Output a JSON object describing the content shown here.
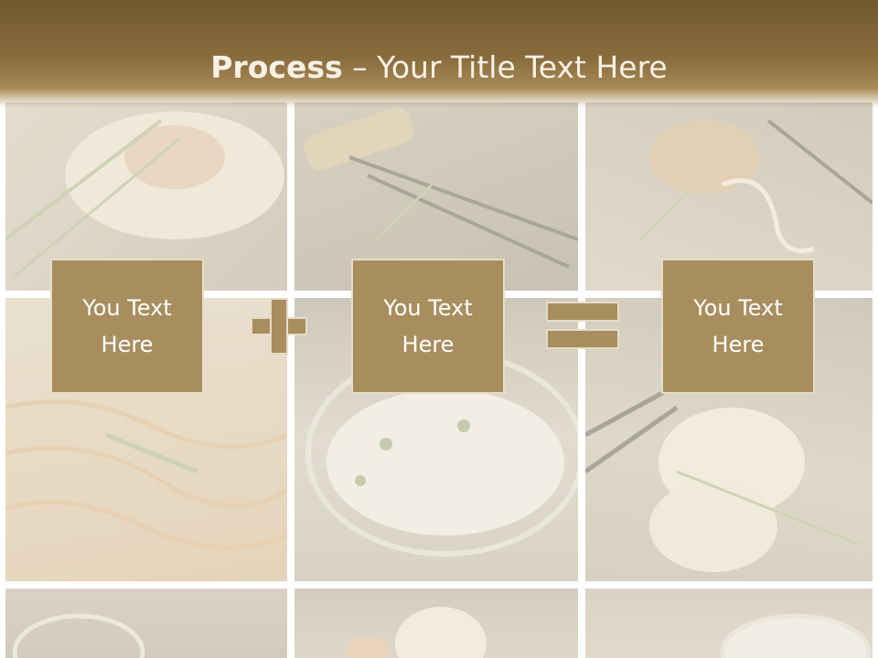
{
  "slide": {
    "title_bold": "Process",
    "title_rest": " – Your Title Text Here"
  },
  "process": {
    "boxes": [
      {
        "text": "You Text Here"
      },
      {
        "text": "You Text Here"
      },
      {
        "text": "You Text Here"
      }
    ],
    "operators": [
      "plus-icon",
      "equals-icon"
    ]
  },
  "colors": {
    "title_bar": "#7a5f33",
    "box_fill": "#a88e5e",
    "box_border": "#e7dcc6",
    "title_text": "#f7f1e4"
  }
}
